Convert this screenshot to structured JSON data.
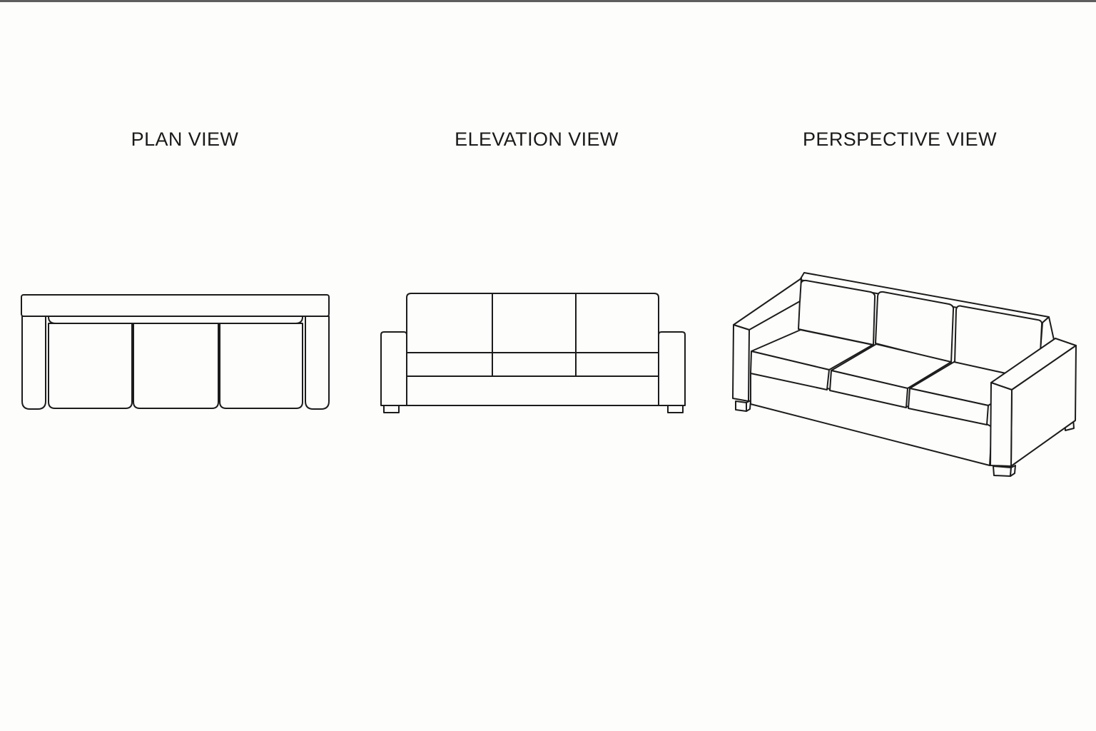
{
  "page": {
    "background_color": "#fdfdfb",
    "line_color": "#1c1c1c",
    "top_edge_color": "#5e5e5e"
  },
  "views": {
    "plan": {
      "label": "PLAN VIEW"
    },
    "elevation": {
      "label": "ELEVATION VIEW"
    },
    "perspective": {
      "label": "PERSPECTIVE VIEW"
    }
  }
}
